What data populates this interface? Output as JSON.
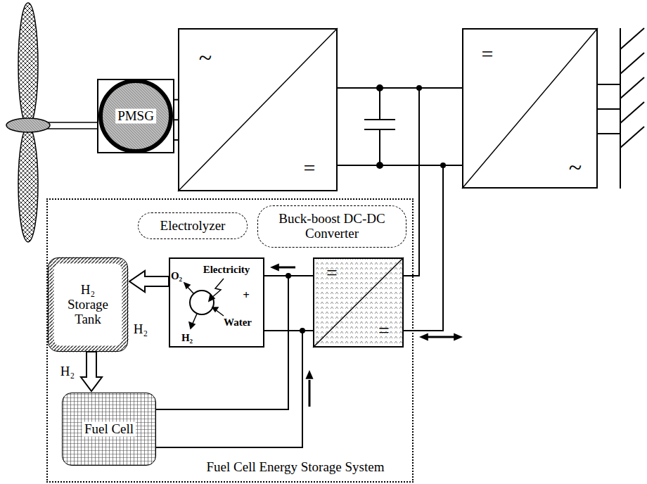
{
  "diagram": {
    "nodes": [
      {
        "text": [
          "PMSG"
        ]
      },
      {
        "text": [
          "~",
          "="
        ]
      },
      {
        "text": [
          "=",
          "~"
        ]
      },
      {
        "text": [
          "Fuel Cell Energy Storage System"
        ]
      },
      {
        "text": [
          "Electrolyzer"
        ],
        "in": 3
      },
      {
        "text": [
          "Buck-boost DC-DC Converter"
        ],
        "in": 3
      },
      {
        "text": [
          "H₂ Storage Tank"
        ],
        "in": 3
      },
      {
        "text": [
          "O₂",
          "Electricity",
          "+",
          "H₂",
          "Water"
        ],
        "in": 3
      },
      {
        "text": [
          "=",
          "="
        ],
        "in": 3
      },
      {
        "text": [
          "Fuel Cell"
        ],
        "in": 3
      }
    ],
    "edges": [
      {
        "from": 0,
        "to": 1,
        "arrow": "none"
      },
      {
        "from": 1,
        "to": 2,
        "arrow": "none"
      },
      {
        "from": 7,
        "to": 6,
        "arrow": "to",
        "label": "H₂"
      },
      {
        "from": 6,
        "to": 9,
        "arrow": "to",
        "label": "H₂"
      },
      {
        "from": 8,
        "to": 7,
        "arrow": "to"
      },
      {
        "from": 9,
        "to": 8,
        "arrow": "to"
      },
      {
        "from": 8,
        "to": 1,
        "arrow": "both"
      }
    ]
  }
}
